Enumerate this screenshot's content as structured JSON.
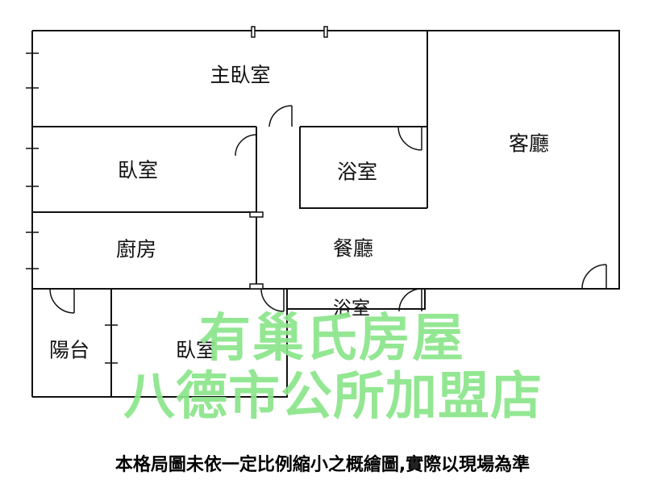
{
  "rooms": {
    "master_bedroom": "主臥室",
    "bedroom_1": "臥室",
    "bathroom_1": "浴室",
    "living_room": "客廳",
    "kitchen": "廚房",
    "dining_room": "餐廳",
    "bathroom_2": "浴室",
    "balcony": "陽台",
    "bedroom_2": "臥室"
  },
  "watermark": {
    "line1": "有巢氏房屋",
    "line2": "八德市公所加盟店",
    "color": "#8ae68a"
  },
  "disclaimer": "本格局圖未依一定比例縮小之概繪圖,實際以現場為準",
  "colors": {
    "wall": "#111111",
    "background": "#ffffff"
  }
}
